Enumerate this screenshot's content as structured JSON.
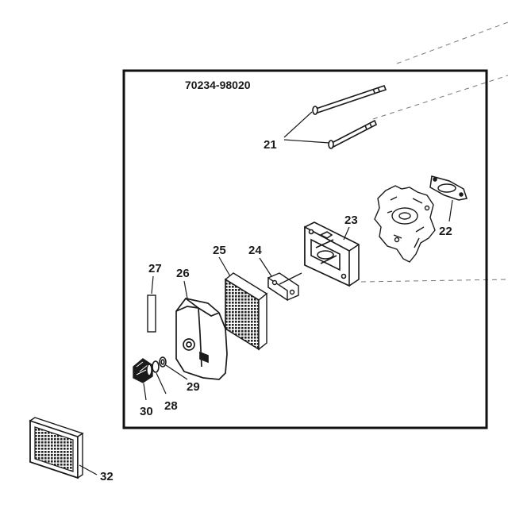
{
  "diagram": {
    "part_number": "70234-98020",
    "labels": {
      "p21": "21",
      "p22": "22",
      "p23": "23",
      "p24": "24",
      "p25": "25",
      "p26": "26",
      "p27": "27",
      "p28": "28",
      "p29": "29",
      "p30": "30",
      "p32": "32"
    },
    "colors": {
      "line": "#1a1a1a",
      "frame": "#111111",
      "dashed": "#777777"
    }
  }
}
